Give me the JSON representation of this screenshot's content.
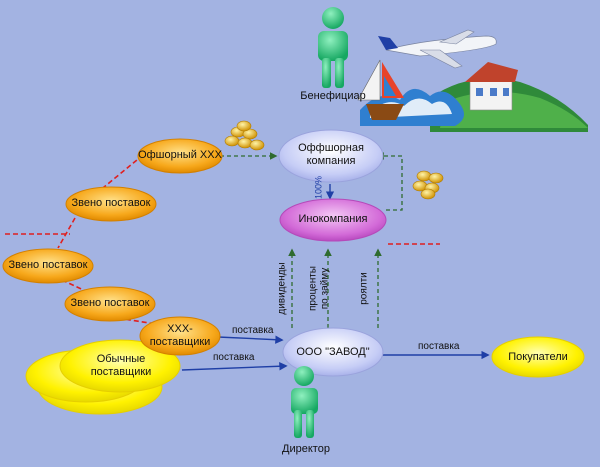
{
  "nodes": {
    "offshore_xxx": "Офшорный ХХХ",
    "zveno1": "Звено поставок",
    "zveno2": "Звено поставок",
    "zveno3": "Звено поставок",
    "xxx_suppliers_line1": "ХХХ-",
    "xxx_suppliers_line2": "поставщики",
    "regular_suppliers_line1": "Обычные",
    "regular_suppliers_line2": "поставщики",
    "offshore_company_line1": "Оффшорная",
    "offshore_company_line2": "компания",
    "inocompany": "Инокомпания",
    "factory": "ООО \"ЗАВОД\"",
    "buyers": "Покупатели"
  },
  "people": {
    "beneficiary": "Бенефициар",
    "director": "Директор"
  },
  "edges": {
    "supply1": "поставка",
    "supply2": "поставка",
    "supply3": "поставка",
    "percent": "100%",
    "dividends": "дивиденды",
    "interest_line1": "проценты",
    "interest_line2": "по займу",
    "royalty": "роялти"
  },
  "colors": {
    "background": "#a3b3e2",
    "orange_node": "#f7a81b",
    "yellow_node": "#fff200",
    "lavender_node": "#c6cdf6",
    "magenta_node": "#d36bd8",
    "green_arrow": "#2f6b2f",
    "blue_arrow": "#1f3fa6",
    "red_dash": "#e02020",
    "person": "#29c07a"
  }
}
